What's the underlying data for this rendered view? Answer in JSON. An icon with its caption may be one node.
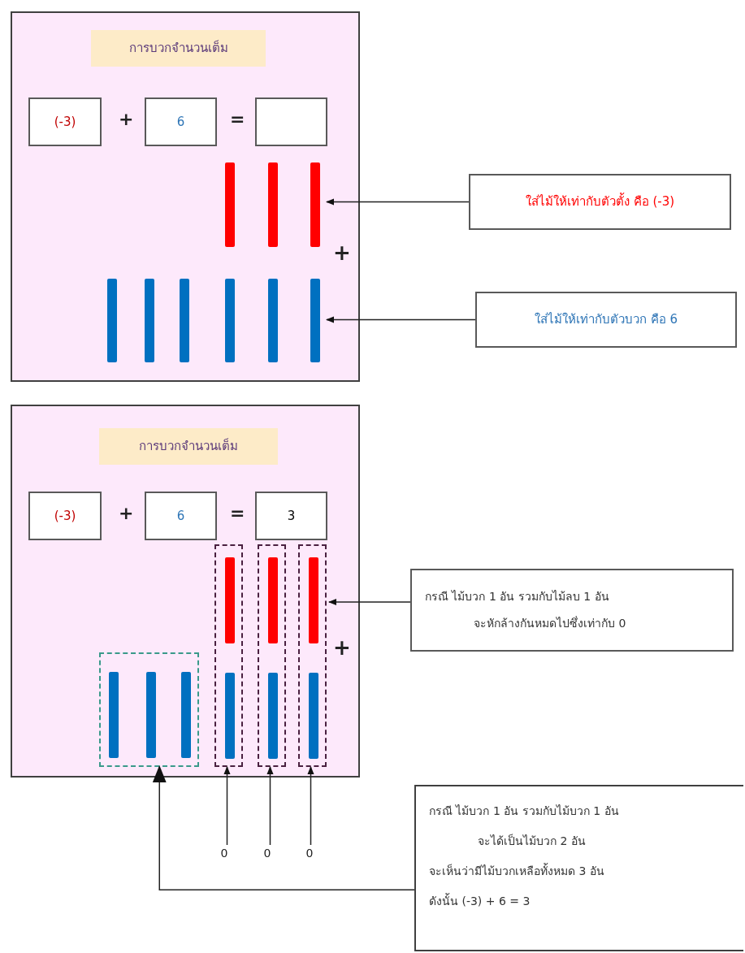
{
  "diagram": {
    "nodes": [
      {
        "text": [],
        "shape": "box"
      },
      {
        "text": [
          "การบวกจำนวนเต็ม"
        ],
        "in": 0
      },
      {
        "text": [
          "(-3)"
        ],
        "in": 0
      },
      {
        "text": [
          "6"
        ],
        "in": 0
      },
      {
        "text": [],
        "shape": "box",
        "in": 0
      },
      {
        "text": [],
        "shape": "bar",
        "in": 0
      },
      {
        "text": [],
        "shape": "bar",
        "in": 0
      },
      {
        "text": [
          "ใส่ไม้ให้เท่ากับตัวตั้ง คือ (-3)"
        ]
      },
      {
        "text": [
          "ใส่ไม้ให้เท่ากับตัวบวก คือ 6"
        ]
      },
      {
        "text": [],
        "shape": "box"
      },
      {
        "text": [
          "การบวกจำนวนเต็ม"
        ],
        "in": 9
      },
      {
        "text": [
          "(-3)"
        ],
        "in": 9
      },
      {
        "text": [
          "6"
        ],
        "in": 9
      },
      {
        "text": [
          "3"
        ],
        "in": 9
      },
      {
        "text": [],
        "shape": "box",
        "in": 9
      },
      {
        "text": [],
        "shape": "box",
        "in": 9
      },
      {
        "text": [],
        "shape": "box",
        "in": 9
      },
      {
        "text": [],
        "shape": "box",
        "in": 9
      },
      {
        "text": [
          "กรณี ไม้บวก 1 อัน รวมกับไม้ลบ 1 อัน",
          "จะหักล้างกันหมดไปซึ่งเท่ากับ 0"
        ]
      },
      {
        "text": [
          "0"
        ]
      },
      {
        "text": [
          "0"
        ]
      },
      {
        "text": [
          "0"
        ]
      },
      {
        "text": [
          "กรณี ไม้บวก 1 อัน รวมกับไม้บวก 1 อัน",
          "จะได้เป็นไม้บวก 2 อัน",
          "จะเห็นว่ามีไม้บวกเหลือทั้งหมด 3 อัน",
          "ดังนั้น (-3) + 6 = 3"
        ]
      }
    ],
    "edges": [
      {
        "from": 7,
        "to": 5,
        "arrow": "to"
      },
      {
        "from": 8,
        "to": 6,
        "arrow": "to"
      },
      {
        "from": 18,
        "to": 17,
        "arrow": "to"
      },
      {
        "from": 19,
        "to": 15,
        "arrow": "to"
      },
      {
        "from": 20,
        "to": 16,
        "arrow": "to"
      },
      {
        "from": 21,
        "to": 17,
        "arrow": "to"
      },
      {
        "from": 22,
        "to": 14,
        "arrow": "to"
      }
    ],
    "labels": [
      "+",
      "=",
      "+",
      "+",
      "=",
      "+"
    ]
  }
}
